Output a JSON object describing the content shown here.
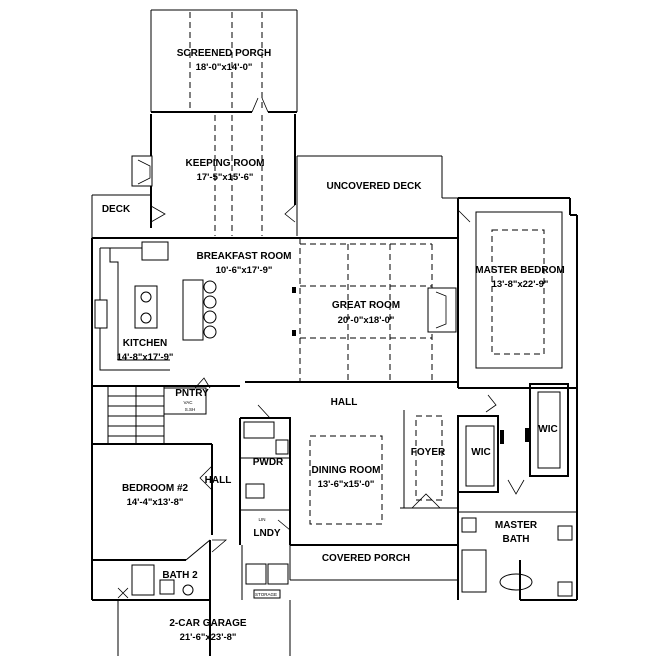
{
  "plan": {
    "rooms": [
      {
        "id": "screened-porch",
        "name": "SCREENED PORCH",
        "dims": "18'-0\"x14'-0\""
      },
      {
        "id": "keeping-room",
        "name": "KEEPING ROOM",
        "dims": "17'-5\"x15'-6\""
      },
      {
        "id": "uncovered-deck",
        "name": "UNCOVERED DECK",
        "dims": ""
      },
      {
        "id": "deck",
        "name": "DECK",
        "dims": ""
      },
      {
        "id": "breakfast-room",
        "name": "BREAKFAST ROOM",
        "dims": "10'-6\"x17'-9\""
      },
      {
        "id": "great-room",
        "name": "GREAT ROOM",
        "dims": "20'-0\"x18'-0\""
      },
      {
        "id": "master-bedroom",
        "name": "MASTER BEDROM",
        "dims": "13'-8\"x22'-9\""
      },
      {
        "id": "kitchen",
        "name": "KITCHEN",
        "dims": "14'-8\"x17'-9\""
      },
      {
        "id": "pantry",
        "name": "PNTRY",
        "dims": ""
      },
      {
        "id": "hall-main",
        "name": "HALL",
        "dims": ""
      },
      {
        "id": "wic-1",
        "name": "WIC",
        "dims": ""
      },
      {
        "id": "wic-2",
        "name": "WIC",
        "dims": ""
      },
      {
        "id": "foyer",
        "name": "FOYER",
        "dims": ""
      },
      {
        "id": "powder",
        "name": "PWDR",
        "dims": ""
      },
      {
        "id": "dining-room",
        "name": "DINING ROOM",
        "dims": "13'-6\"x15'-0\""
      },
      {
        "id": "bedroom-2",
        "name": "BEDROOM #2",
        "dims": "14'-4\"x13'-8\""
      },
      {
        "id": "hall-2",
        "name": "HALL",
        "dims": ""
      },
      {
        "id": "laundry",
        "name": "LNDY",
        "dims": ""
      },
      {
        "id": "master-bath",
        "name": "MASTER",
        "dims": "BATH"
      },
      {
        "id": "covered-porch",
        "name": "COVERED PORCH",
        "dims": ""
      },
      {
        "id": "bath-2",
        "name": "BATH 2",
        "dims": ""
      },
      {
        "id": "garage",
        "name": "2-CAR GARAGE",
        "dims": "21'-6\"x23'-8\""
      }
    ],
    "notes": {
      "lin": "LIN",
      "storage": "STORAGE",
      "pantry_shelf_a": "VAC",
      "pantry_shelf_b": "S.SH"
    }
  }
}
